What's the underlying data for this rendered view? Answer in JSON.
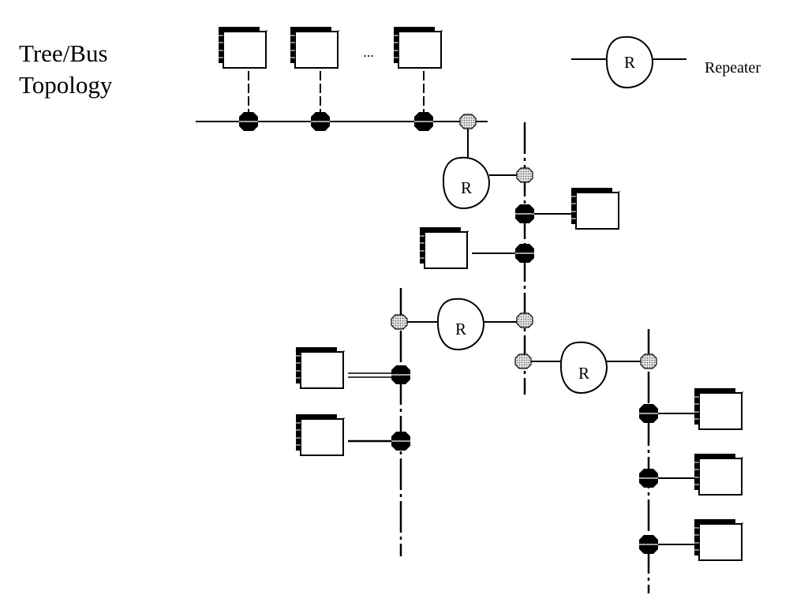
{
  "title": {
    "line1": "Tree/Bus",
    "line2": "Topology"
  },
  "legend": {
    "symbol_letter": "R",
    "label": "Repeater"
  },
  "repeaters": [
    {
      "id": "repeater-1",
      "letter": "R"
    },
    {
      "id": "repeater-2",
      "letter": "R"
    },
    {
      "id": "repeater-3",
      "letter": "R"
    }
  ],
  "ellipsis": "...",
  "colors": {
    "line": "#000000",
    "tap_fill": "#000000",
    "connector_fill": "#cfcfcf",
    "background": "#ffffff"
  }
}
